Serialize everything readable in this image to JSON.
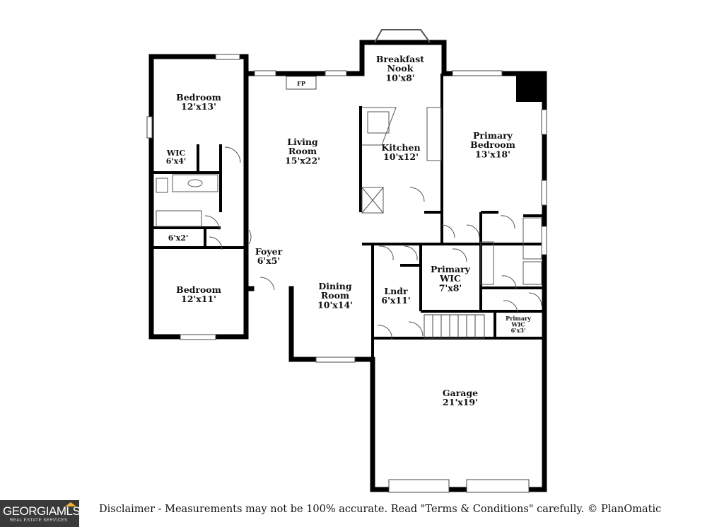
{
  "rooms": [
    {
      "id": "bedroom-1",
      "lines": [
        "Bedroom",
        "12'x13'"
      ]
    },
    {
      "id": "wic-1",
      "lines": [
        "WIC",
        "6'x4'"
      ]
    },
    {
      "id": "closet-6x2",
      "lines": [
        "6'x2'"
      ]
    },
    {
      "id": "bedroom-2",
      "lines": [
        "Bedroom",
        "12'x11'"
      ]
    },
    {
      "id": "living-room",
      "lines": [
        "Living",
        "Room",
        "15'x22'"
      ]
    },
    {
      "id": "fireplace",
      "lines": [
        "FP"
      ]
    },
    {
      "id": "breakfast-nook",
      "lines": [
        "Breakfast",
        "Nook",
        "10'x8'"
      ]
    },
    {
      "id": "kitchen",
      "lines": [
        "Kitchen",
        "10'x12'"
      ]
    },
    {
      "id": "primary-bedroom",
      "lines": [
        "Primary",
        "Bedroom",
        "13'x18'"
      ]
    },
    {
      "id": "foyer",
      "lines": [
        "Foyer",
        "6'x5'"
      ]
    },
    {
      "id": "dining-room",
      "lines": [
        "Dining",
        "Room",
        "10'x14'"
      ]
    },
    {
      "id": "laundry",
      "lines": [
        "Lndr",
        "6'x11'"
      ]
    },
    {
      "id": "primary-wic",
      "lines": [
        "Primary",
        "WIC",
        "7'x8'"
      ]
    },
    {
      "id": "primary-wic-2",
      "lines": [
        "Primary",
        "WIC",
        "6'x3'"
      ]
    },
    {
      "id": "garage",
      "lines": [
        "Garage",
        "21'x19'"
      ]
    }
  ],
  "footer": {
    "logo_text": "GEORGIAMLS",
    "logo_sub": "REAL ESTATE SERVICES",
    "disclaimer": "Disclaimer - Measurements may not be 100% accurate. Read \"Terms & Conditions\" carefully. © PlanOmatic"
  }
}
